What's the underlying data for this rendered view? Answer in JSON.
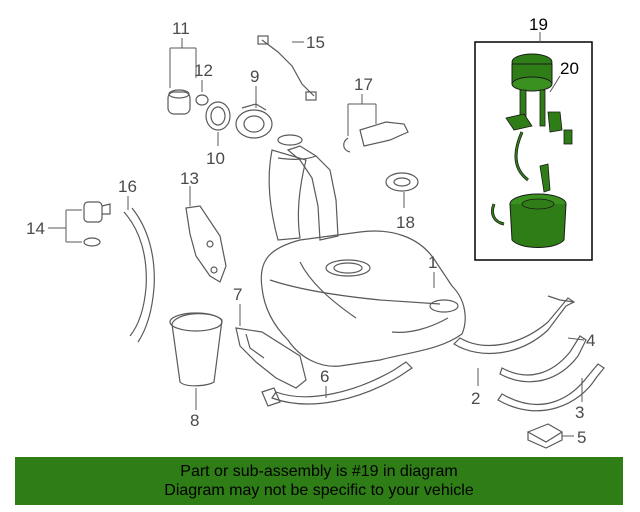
{
  "callouts": [
    {
      "id": "c1",
      "text": "1"
    },
    {
      "id": "c2",
      "text": "2"
    },
    {
      "id": "c3",
      "text": "3"
    },
    {
      "id": "c4",
      "text": "4"
    },
    {
      "id": "c5",
      "text": "5"
    },
    {
      "id": "c6",
      "text": "6"
    },
    {
      "id": "c7",
      "text": "7"
    },
    {
      "id": "c8",
      "text": "8"
    },
    {
      "id": "c9",
      "text": "9"
    },
    {
      "id": "c10",
      "text": "10"
    },
    {
      "id": "c11",
      "text": "11"
    },
    {
      "id": "c12",
      "text": "12"
    },
    {
      "id": "c13",
      "text": "13"
    },
    {
      "id": "c14",
      "text": "14"
    },
    {
      "id": "c15",
      "text": "15"
    },
    {
      "id": "c16",
      "text": "16"
    },
    {
      "id": "c17",
      "text": "17"
    },
    {
      "id": "c18",
      "text": "18"
    },
    {
      "id": "c19",
      "text": "19"
    },
    {
      "id": "c20",
      "text": "20"
    }
  ],
  "highlight_color": "#2e7d16",
  "banner": {
    "line1": "Part or sub-assembly is #19 in diagram",
    "line2": "Diagram may not be specific to your vehicle",
    "background": "#2e7d16"
  }
}
